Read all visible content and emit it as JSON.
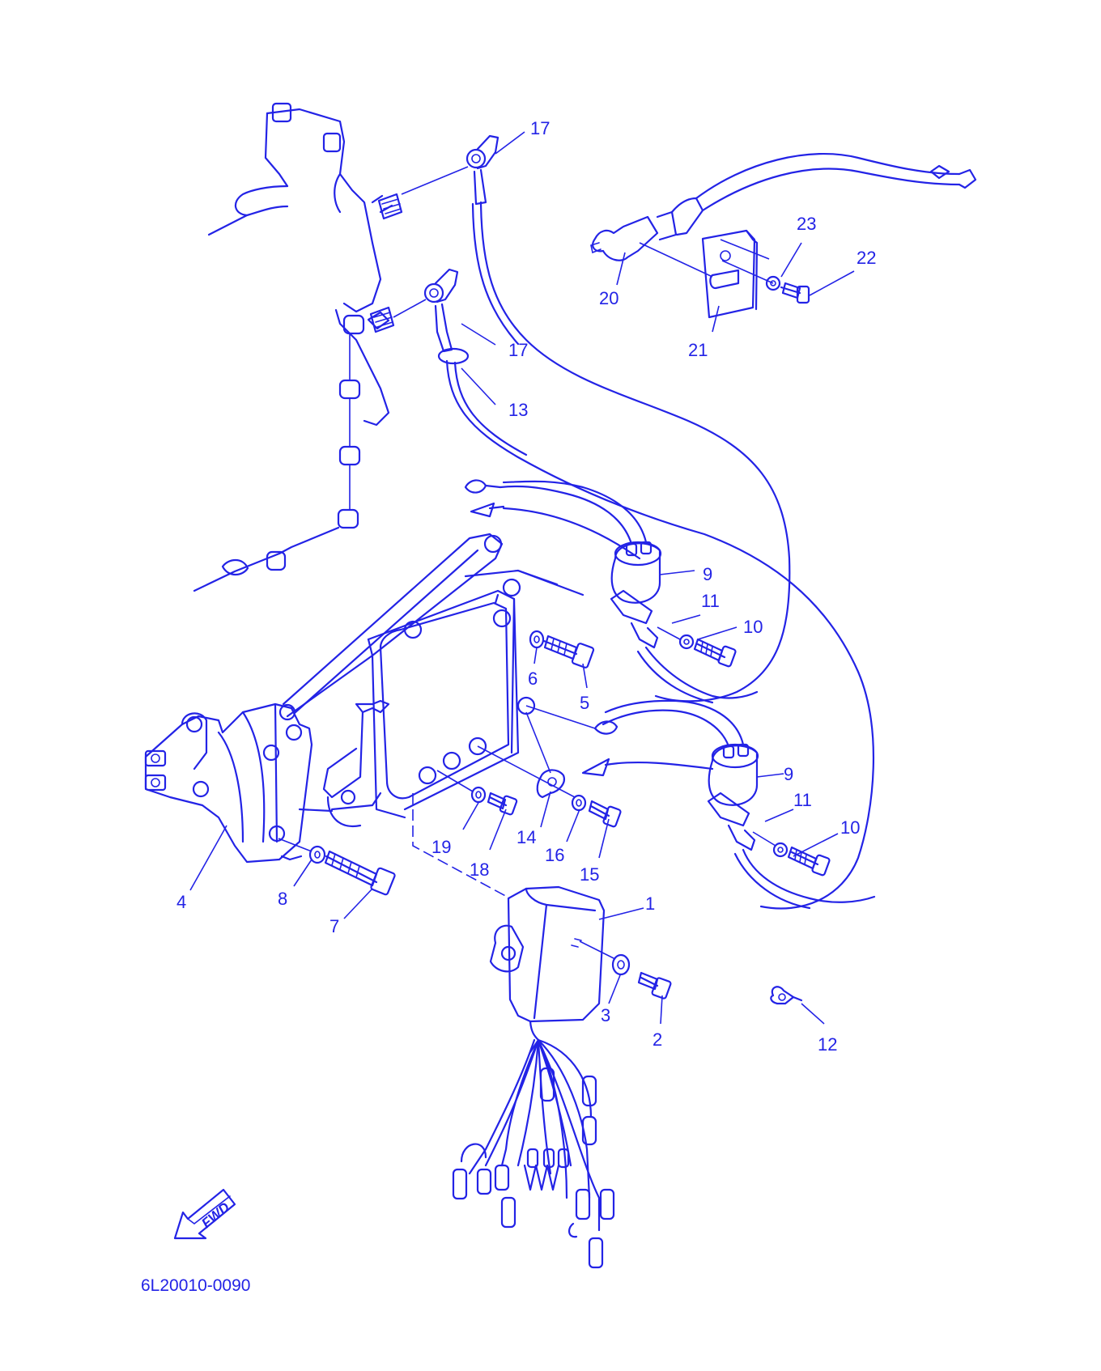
{
  "diagram": {
    "line_color": "#2323e6",
    "background": "#ffffff",
    "drawing_code": "6L20010-0090",
    "direction_arrow": {
      "label": "FWD",
      "icon": "fwd-arrow-icon"
    },
    "callouts": [
      {
        "id": "c1",
        "label": "1"
      },
      {
        "id": "c2",
        "label": "2"
      },
      {
        "id": "c3",
        "label": "3"
      },
      {
        "id": "c4",
        "label": "4"
      },
      {
        "id": "c5",
        "label": "5"
      },
      {
        "id": "c6",
        "label": "6"
      },
      {
        "id": "c7",
        "label": "7"
      },
      {
        "id": "c8",
        "label": "8"
      },
      {
        "id": "c9a",
        "label": "9"
      },
      {
        "id": "c9b",
        "label": "9"
      },
      {
        "id": "c10a",
        "label": "10"
      },
      {
        "id": "c10b",
        "label": "10"
      },
      {
        "id": "c11a",
        "label": "11"
      },
      {
        "id": "c11b",
        "label": "11"
      },
      {
        "id": "c12",
        "label": "12"
      },
      {
        "id": "c13",
        "label": "13"
      },
      {
        "id": "c14",
        "label": "14"
      },
      {
        "id": "c15",
        "label": "15"
      },
      {
        "id": "c16",
        "label": "16"
      },
      {
        "id": "c17a",
        "label": "17"
      },
      {
        "id": "c17b",
        "label": "17"
      },
      {
        "id": "c18",
        "label": "18"
      },
      {
        "id": "c19",
        "label": "19"
      },
      {
        "id": "c20",
        "label": "20"
      },
      {
        "id": "c21",
        "label": "21"
      },
      {
        "id": "c22",
        "label": "22"
      },
      {
        "id": "c23",
        "label": "23"
      }
    ]
  }
}
